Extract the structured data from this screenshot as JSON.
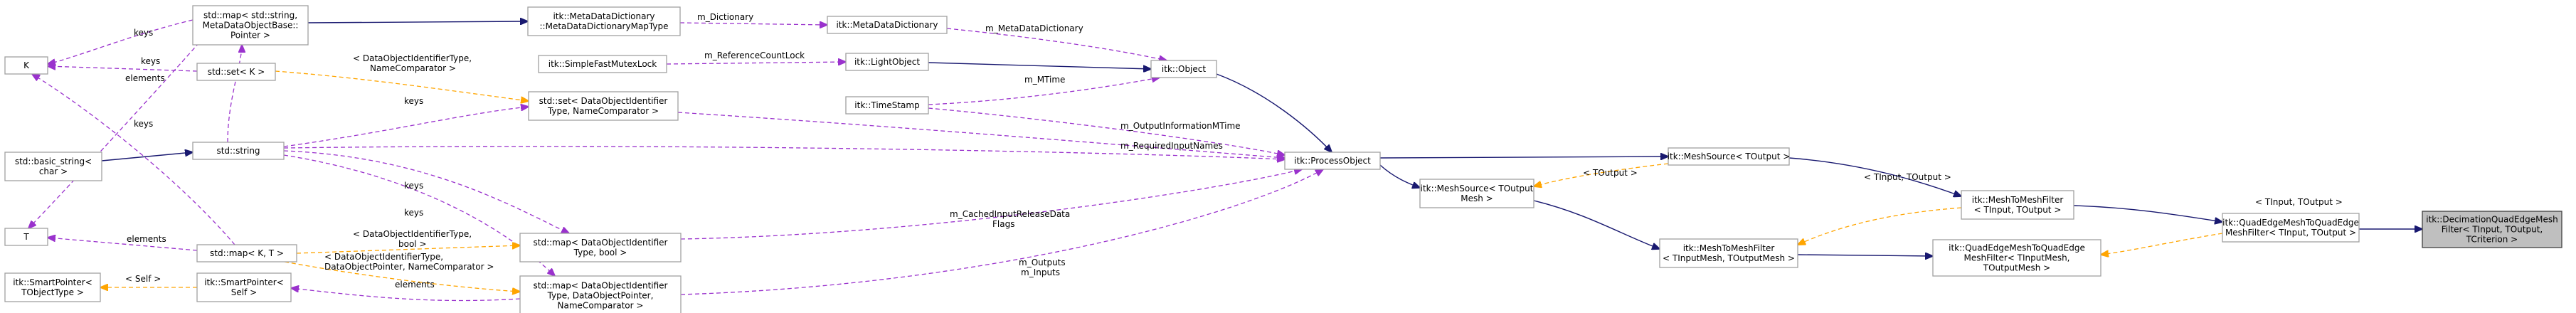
{
  "diagram": {
    "type": "class-collaboration-graph",
    "colors": {
      "inheritance": "#191970",
      "member_usage": "#9a32cd",
      "template_instance": "#ffa500",
      "focus_fill": "#bfbfbf",
      "node_border": "#a0a0a0"
    },
    "nodes": [
      {
        "id": "decimation",
        "focus": true,
        "lines": [
          "itk::DecimationQuadEdgeMesh",
          "Filter< TInput, TOutput,",
          "TCriterion >"
        ]
      },
      {
        "id": "qe_filter_tpl",
        "lines": [
          "itk::QuadEdgeMeshToQuadEdge",
          "MeshFilter< TInput, TOutput >"
        ]
      },
      {
        "id": "qe_filter_inst",
        "lines": [
          "itk::QuadEdgeMeshToQuadEdge",
          "MeshFilter< TInputMesh,",
          "TOutputMesh >"
        ]
      },
      {
        "id": "m2m_tpl",
        "lines": [
          "itk::MeshToMeshFilter",
          "< TInput, TOutput >"
        ]
      },
      {
        "id": "m2m_inst",
        "lines": [
          "itk::MeshToMeshFilter",
          "< TInputMesh, TOutputMesh >"
        ]
      },
      {
        "id": "meshsource_tpl",
        "lines": [
          "itk::MeshSource< TOutput >"
        ]
      },
      {
        "id": "meshsource_inst",
        "lines": [
          "itk::MeshSource< TOutput",
          "Mesh >"
        ]
      },
      {
        "id": "processobject",
        "lines": [
          "itk::ProcessObject"
        ]
      },
      {
        "id": "object",
        "lines": [
          "itk::Object"
        ]
      },
      {
        "id": "lightobject",
        "lines": [
          "itk::LightObject"
        ]
      },
      {
        "id": "timestamp",
        "lines": [
          "itk::TimeStamp"
        ]
      },
      {
        "id": "mddict",
        "lines": [
          "itk::MetaDataDictionary"
        ]
      },
      {
        "id": "mddict_maptype",
        "lines": [
          "itk::MetaDataDictionary",
          "::MetaDataDictionaryMapType"
        ]
      },
      {
        "id": "mutexlock",
        "lines": [
          "itk::SimpleFastMutexLock"
        ]
      },
      {
        "id": "stdmap_string",
        "lines": [
          "std::map< std::string,",
          "MetaDataObjectBase::",
          "Pointer >"
        ]
      },
      {
        "id": "stdset_k",
        "lines": [
          "std::set< K >"
        ]
      },
      {
        "id": "stdset_doid",
        "lines": [
          "std::set< DataObjectIdentifier",
          "Type, NameComparator >"
        ]
      },
      {
        "id": "stdstring",
        "lines": [
          "std::string"
        ]
      },
      {
        "id": "basic_string",
        "lines": [
          "std::basic_string<",
          "char >"
        ]
      },
      {
        "id": "k",
        "lines": [
          "K"
        ]
      },
      {
        "id": "t",
        "lines": [
          "T"
        ]
      },
      {
        "id": "stdmap_kt",
        "lines": [
          "std::map< K, T >"
        ]
      },
      {
        "id": "stdmap_bool",
        "lines": [
          "std::map< DataObjectIdentifier",
          "Type, bool >"
        ]
      },
      {
        "id": "stdmap_dop",
        "lines": [
          "std::map< DataObjectIdentifier",
          "Type, DataObjectPointer,",
          "NameComparator >"
        ]
      },
      {
        "id": "smartptr_tpl",
        "lines": [
          "itk::SmartPointer<",
          "TObjectType >"
        ]
      },
      {
        "id": "smartptr_self",
        "lines": [
          "itk::SmartPointer<",
          "Self >"
        ]
      }
    ],
    "edge_labels": [
      {
        "id": "lbl-tinput-toutput-1",
        "text": "< TInput, TOutput >"
      },
      {
        "id": "lbl-tinput-toutput-2",
        "text": "< TInput, TOutput >"
      },
      {
        "id": "lbl-toutput",
        "text": "< TOutput >"
      },
      {
        "id": "lbl-dictionary",
        "text": "m_Dictionary"
      },
      {
        "id": "lbl-metadatadictionary",
        "text": "m_MetaDataDictionary"
      },
      {
        "id": "lbl-referencecountlock",
        "text": "m_ReferenceCountLock"
      },
      {
        "id": "lbl-mtime",
        "text": "m_MTime"
      },
      {
        "id": "lbl-outputinfomtime",
        "text": "m_OutputInformationMTime"
      },
      {
        "id": "lbl-requiredinputnames",
        "text": "m_RequiredInputNames"
      },
      {
        "id": "lbl-cachedinputrelease-1",
        "text": "m_CachedInputReleaseData"
      },
      {
        "id": "lbl-cachedinputrelease-2",
        "text": "Flags"
      },
      {
        "id": "lbl-outputs",
        "text": "m_Outputs"
      },
      {
        "id": "lbl-inputs",
        "text": "m_Inputs"
      },
      {
        "id": "lbl-keys-1",
        "text": "keys"
      },
      {
        "id": "lbl-keys-2",
        "text": "keys"
      },
      {
        "id": "lbl-keys-3",
        "text": "keys"
      },
      {
        "id": "lbl-keys-4",
        "text": "keys"
      },
      {
        "id": "lbl-keys-5",
        "text": "keys"
      },
      {
        "id": "lbl-keys-6",
        "text": "keys"
      },
      {
        "id": "lbl-elements-1",
        "text": "elements"
      },
      {
        "id": "lbl-elements-2",
        "text": "elements"
      },
      {
        "id": "lbl-elements-3",
        "text": "elements"
      },
      {
        "id": "lbl-set-doid-1",
        "text": "< DataObjectIdentifierType,"
      },
      {
        "id": "lbl-set-doid-2",
        "text": "NameComparator >"
      },
      {
        "id": "lbl-map-bool-1",
        "text": "< DataObjectIdentifierType,"
      },
      {
        "id": "lbl-map-bool-2",
        "text": "bool >"
      },
      {
        "id": "lbl-map-dop-1",
        "text": "< DataObjectIdentifierType,"
      },
      {
        "id": "lbl-map-dop-2",
        "text": "DataObjectPointer, NameComparator >"
      },
      {
        "id": "lbl-self",
        "text": "< Self >"
      }
    ]
  }
}
